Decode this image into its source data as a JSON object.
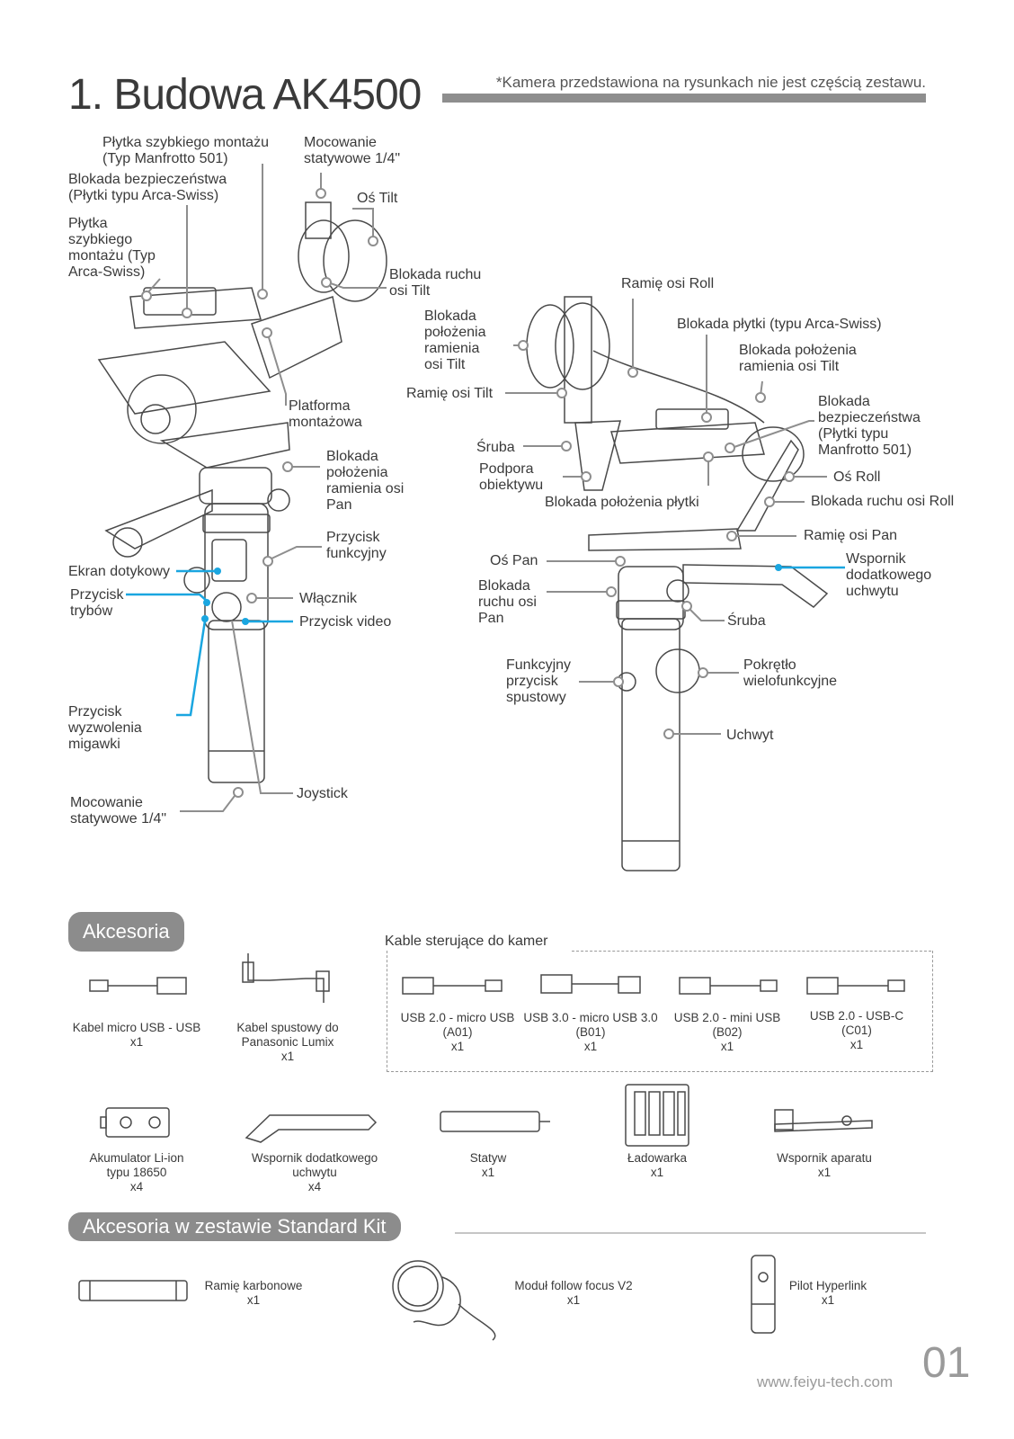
{
  "page": {
    "title": "1. Budowa AK4500",
    "note": "*Kamera przedstawiona na rysunkach nie jest częścią zestawu.",
    "footer_url": "www.feiyu-tech.com",
    "page_number": "01"
  },
  "left_diagram": {
    "labels": {
      "quick_plate_manfrotto": "Płytka szybkiego montażu\n(Typ Manfrotto 501)",
      "safety_lock_arca": "Blokada bezpieczeństwa\n(Płytki typu Arca-Swiss)",
      "quick_plate_arca": "Płytka\nszybkiego\nmontażu (Typ\nArca-Swiss)",
      "tripod_mount_top": "Mocowanie\nstatywowe 1/4\"",
      "tilt_axis": "Oś Tilt",
      "tilt_lock": "Blokada ruchu\nosi Tilt",
      "mount_platform": "Platforma\nmontażowa",
      "pan_arm_lock": "Blokada\npołożenia\nramienia osi\nPan",
      "function_button": "Przycisk\nfunkcyjny",
      "touch_screen": "Ekran dotykowy",
      "mode_button": "Przycisk\ntrybów",
      "power_button": "Włącznik",
      "video_button": "Przycisk video",
      "shutter_button": "Przycisk\nwyzwolenia\nmigawki",
      "joystick": "Joystick",
      "tripod_mount_bottom": "Mocowanie\nstatywowe 1/4\""
    }
  },
  "right_diagram": {
    "labels": {
      "roll_arm": "Ramię osi Roll",
      "tilt_arm_lock_left": "Blokada\npołożenia\nramienia\nosi Tilt",
      "plate_lock_arca": "Blokada płytki (typu Arca-Swiss)",
      "tilt_arm_lock_right": "Blokada położenia\nramienia osi Tilt",
      "tilt_arm": "Ramię osi Tilt",
      "safety_lock_manfrotto": "Blokada\nbezpieczeństwa\n(Płytki typu\nManfrotto 501)",
      "screw_top": "Śruba",
      "lens_support": "Podpora\nobiektywu",
      "roll_axis": "Oś Roll",
      "plate_position_lock": "Blokada położenia płytki",
      "roll_lock": "Blokada ruchu osi Roll",
      "pan_arm": "Ramię osi Pan",
      "pan_axis": "Oś Pan",
      "extra_grip_bracket": "Wspornik\ndodatkowego\nuchwytu",
      "pan_lock": "Blokada\nruchu osi\nPan",
      "screw_bottom": "Śruba",
      "function_trigger": "Funkcyjny\nprzycisk\nspustowy",
      "multi_knob": "Pokrętło\nwielofunkcyjne",
      "handle": "Uchwyt"
    }
  },
  "accessories": {
    "heading": "Akcesoria",
    "control_cables_heading": "Kable sterujące do kamer",
    "items": [
      {
        "caption": "Kabel micro USB - USB\nx1",
        "icon": "usb-cable-icon"
      },
      {
        "caption": "Kabel spustowy do\nPanasonic Lumix\nx1",
        "icon": "shutter-cable-icon"
      },
      {
        "caption": "USB 2.0 - micro USB\n(A01)\nx1",
        "icon": "usb-cable-icon"
      },
      {
        "caption": "USB 3.0 - micro USB 3.0\n(B01)\nx1",
        "icon": "usb3-cable-icon"
      },
      {
        "caption": "USB 2.0 - mini USB\n(B02)\nx1",
        "icon": "usb-cable-icon"
      },
      {
        "caption": "USB 2.0 - USB-C\n(C01)\nx1",
        "icon": "usb-cable-icon"
      },
      {
        "caption": "Akumulator Li-ion\ntypu 18650\nx4",
        "icon": "battery-icon"
      },
      {
        "caption": "Wspornik dodatkowego\nuchwytu\nx4",
        "icon": "grip-bracket-icon"
      },
      {
        "caption": "Statyw\nx1",
        "icon": "tripod-icon"
      },
      {
        "caption": "Ładowarka\nx1",
        "icon": "charger-icon"
      },
      {
        "caption": "Wspornik aparatu\nx1",
        "icon": "camera-bracket-icon"
      }
    ]
  },
  "standard_kit": {
    "heading": "Akcesoria w zestawie Standard Kit",
    "items": [
      {
        "caption": "Ramię karbonowe\nx1",
        "icon": "carbon-arm-icon"
      },
      {
        "caption": "Moduł follow focus V2\nx1",
        "icon": "follow-focus-icon"
      },
      {
        "caption": "Pilot Hyperlink\nx1",
        "icon": "remote-icon"
      }
    ]
  },
  "colors": {
    "text": "#3a3a3a",
    "pill": "#8c8c8c",
    "accent_blue": "#1aa6e0",
    "line_gray": "#8e8e8e"
  }
}
